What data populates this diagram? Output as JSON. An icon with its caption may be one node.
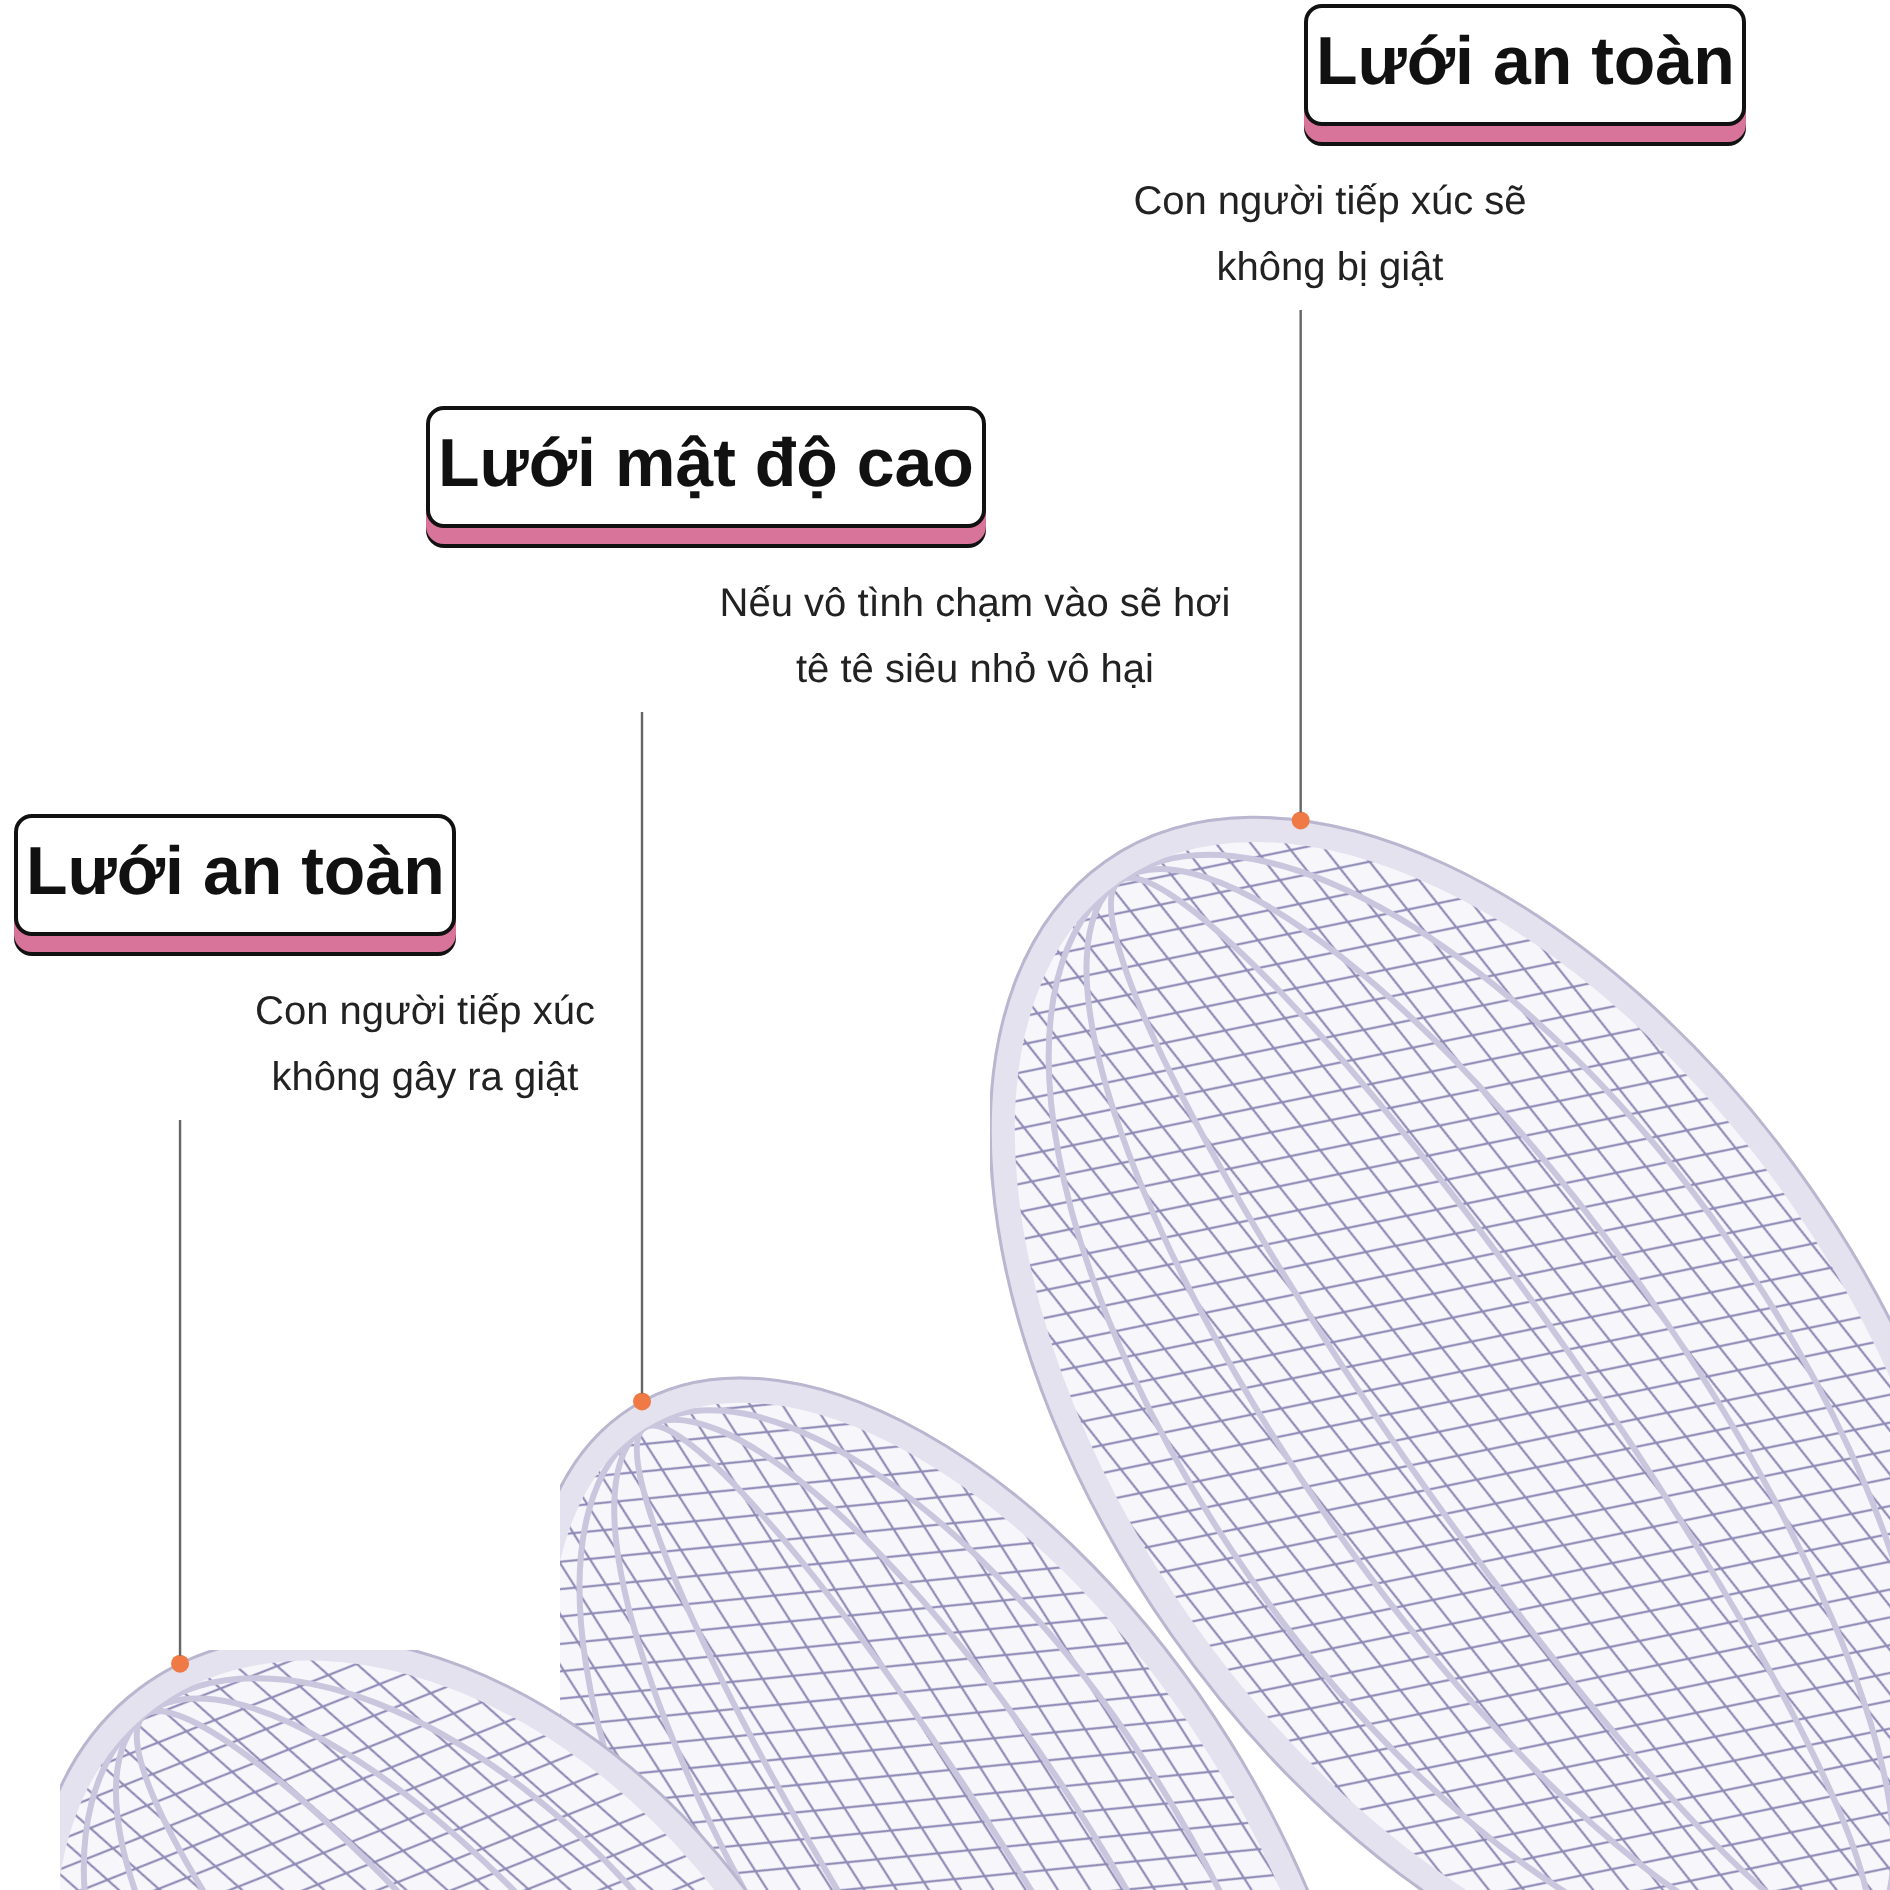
{
  "diagram": {
    "nodes": [
      {
        "text": [
          "Lưới an toàn"
        ],
        "beside": [
          "Con người tiếp xúc sẽ không bị giật"
        ]
      },
      {
        "text": [
          "Lưới mật độ cao"
        ],
        "beside": [
          "Nếu vô tình chạm vào sẽ hơi tê tê siêu nhỏ vô hại"
        ]
      },
      {
        "text": [
          "Lưới an toàn"
        ],
        "beside": [
          "Con người tiếp xúc không gây ra giật"
        ]
      },
      {
        "text": [],
        "shape": "picture"
      },
      {
        "text": [],
        "shape": "picture"
      },
      {
        "text": [],
        "shape": "picture"
      }
    ],
    "edges": [
      {
        "from": 0,
        "to": 3,
        "arrow": "none"
      },
      {
        "from": 1,
        "to": 4,
        "arrow": "none"
      },
      {
        "from": 2,
        "to": 5,
        "arrow": "none"
      }
    ]
  }
}
